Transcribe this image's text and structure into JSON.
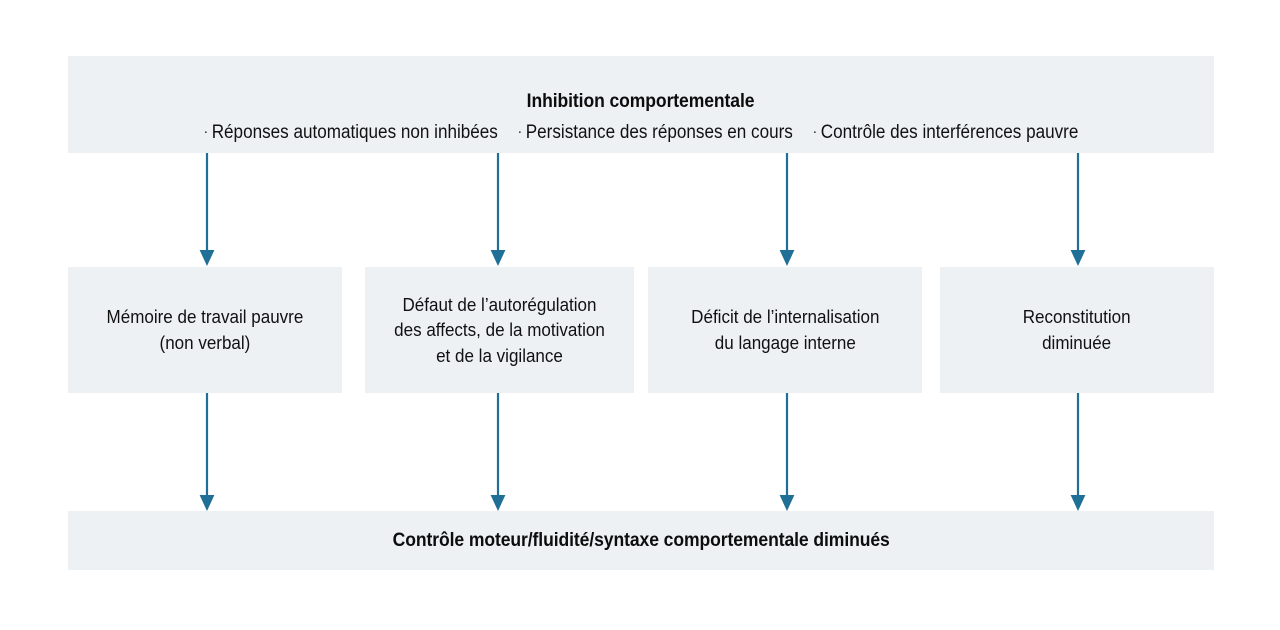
{
  "diagram": {
    "type": "flowchart",
    "orientation": "top-down",
    "accent_color": "#1f6f96",
    "box_fill": "#edf1f4",
    "text_color": "#111111",
    "background": "#ffffff"
  },
  "top_band": {
    "title": "Inhibition comportementale",
    "bullets": [
      "Réponses automatiques non inhibées",
      "Persistance des réponses en cours",
      "Contrôle des interférences pauvre"
    ],
    "bullet_marker": "·"
  },
  "middle_row": [
    {
      "id": "memoire-de-travail",
      "lines": [
        "Mémoire de travail pauvre",
        "(non verbal)"
      ]
    },
    {
      "id": "autoregulation",
      "lines": [
        "Défaut de l’autorégulation",
        "des affects, de la motivation",
        "et de la vigilance"
      ]
    },
    {
      "id": "internalisation-langage",
      "lines": [
        "Déficit de l’internalisation",
        "du langage interne"
      ]
    },
    {
      "id": "reconstitution",
      "lines": [
        "Reconstitution",
        "diminuée"
      ]
    }
  ],
  "bottom_band": {
    "title": "Contrôle moteur/fluidité/syntaxe comportementale diminués"
  },
  "connectors": {
    "upper_row_label": "arrow-from-inhibition-to-box",
    "lower_row_label": "arrow-from-box-to-controle-moteur",
    "count_per_row": 4
  }
}
